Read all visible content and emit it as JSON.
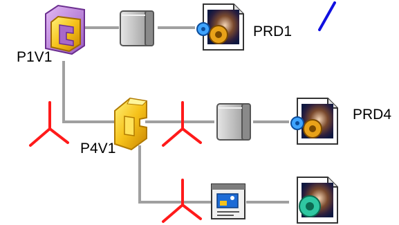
{
  "nodes": {
    "p1v1": {
      "label": "P1V1"
    },
    "p4v1": {
      "label": "P4V1"
    },
    "prd1": {
      "label": "PRD1"
    },
    "prd4": {
      "label": "PRD4"
    }
  },
  "colors": {
    "connector": "#a0a0a0",
    "constraint": "#ff1a1a",
    "annotation": "#1010e0",
    "part_yellow": "#f6c21b",
    "part_purple": "#a869c9",
    "box_gray": "#bdbdbd"
  },
  "icons": [
    "product-folder-icon",
    "component-folder-icon",
    "part-box-icon",
    "document-gear-icon",
    "image-document-icon",
    "constraint-icon",
    "annotation-line-icon"
  ]
}
